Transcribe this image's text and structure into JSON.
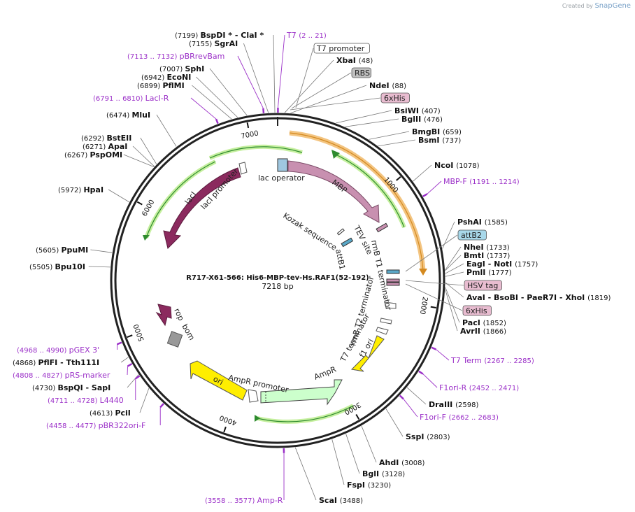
{
  "watermark": {
    "created_by": "Created by",
    "brand": "SnapGene"
  },
  "plasmid": {
    "name": "R717-X61-566: His6-MBP-tev-Hs.RAF1(52-192)",
    "length_label": "7218 bp",
    "length": 7218
  },
  "ticks": [
    "1000",
    "2000",
    "3000",
    "4000",
    "5000",
    "6000",
    "7000"
  ],
  "enzymes_left": [
    {
      "pos": "(7199)",
      "name": "BspDI *",
      "extra": "-  ClaI *"
    },
    {
      "pos": "(7155)",
      "name": "SgrAI",
      "extra": ""
    },
    {
      "pos": "(7007)",
      "name": "SphI",
      "extra": ""
    },
    {
      "pos": "(6942)",
      "name": "EcoNI",
      "extra": ""
    },
    {
      "pos": "(6899)",
      "name": "PflMI",
      "extra": ""
    },
    {
      "pos": "(6474)",
      "name": "MluI",
      "extra": ""
    },
    {
      "pos": "(6292)",
      "name": "BstEII",
      "extra": ""
    },
    {
      "pos": "(6271)",
      "name": "ApaI",
      "extra": ""
    },
    {
      "pos": "(6267)",
      "name": "PspOMI",
      "extra": ""
    },
    {
      "pos": "(5972)",
      "name": "HpaI",
      "extra": ""
    },
    {
      "pos": "(5605)",
      "name": "PpuMI",
      "extra": ""
    },
    {
      "pos": "(5505)",
      "name": "Bpu10I",
      "extra": ""
    },
    {
      "pos": "(4868)",
      "name": "PflFI",
      "extra": "-  Tth111I"
    },
    {
      "pos": "(4730)",
      "name": "BspQI",
      "extra": "-  SapI"
    },
    {
      "pos": "(4613)",
      "name": "PciI",
      "extra": ""
    }
  ],
  "enzymes_right": [
    {
      "name": "XbaI",
      "pos": "(48)"
    },
    {
      "name": "NdeI",
      "pos": "(88)"
    },
    {
      "name": "BsiWI",
      "pos": "(407)"
    },
    {
      "name": "BglII",
      "pos": "(476)"
    },
    {
      "name": "BmgBI",
      "pos": "(659)"
    },
    {
      "name": "BsmI",
      "pos": "(737)"
    },
    {
      "name": "NcoI",
      "pos": "(1078)"
    },
    {
      "name": "PshAI",
      "pos": "(1585)"
    },
    {
      "name": "NheI",
      "pos": "(1733)"
    },
    {
      "name": "BmtI",
      "pos": "(1737)"
    },
    {
      "name": "EagI  -  NotI",
      "pos": "(1757)"
    },
    {
      "name": "PmlI",
      "pos": "(1777)"
    },
    {
      "name": "AvaI   -  BsoBI   -  PaeR7I   -  XhoI",
      "pos": "(1819)"
    },
    {
      "name": "PacI",
      "pos": "(1852)"
    },
    {
      "name": "AvrII",
      "pos": "(1866)"
    },
    {
      "name": "DraIII",
      "pos": "(2598)"
    },
    {
      "name": "SspI",
      "pos": "(2803)"
    },
    {
      "name": "AhdI",
      "pos": "(3008)"
    },
    {
      "name": "BglI",
      "pos": "(3128)"
    },
    {
      "name": "FspI",
      "pos": "(3230)"
    },
    {
      "name": "ScaI",
      "pos": "(3488)"
    }
  ],
  "primers": [
    {
      "name": "T7",
      "range": "(2 .. 21)"
    },
    {
      "name": "pBRrevBam",
      "range": "(7113 .. 7132)"
    },
    {
      "name": "LacI-R",
      "range": "(6791 .. 6810)"
    },
    {
      "name": "MBP-F",
      "range": "(1191 .. 1214)"
    },
    {
      "name": "T7 Term",
      "range": "(2267 .. 2285)"
    },
    {
      "name": "F1ori-R",
      "range": "(2452 .. 2471)"
    },
    {
      "name": "F1ori-F",
      "range": "(2662 .. 2683)"
    },
    {
      "name": "Amp-R",
      "range": "(3558 .. 3577)"
    },
    {
      "name": "pGEX 3'",
      "range": "(4968 .. 4990)"
    },
    {
      "name": "pRS-marker",
      "range": "(4808 .. 4827)"
    },
    {
      "name": "L4440",
      "range": "(4711 .. 4728)"
    },
    {
      "name": "pBR322ori-F",
      "range": "(4458 .. 4477)"
    }
  ],
  "tags": {
    "t7promoter": "T7 promoter",
    "rbs": "RBS",
    "his6_top": "6xHis",
    "attb2": "attB2",
    "hsv": "HSV tag",
    "his6_bottom": "6xHis"
  },
  "features": {
    "lac_operator": "lac operator",
    "mbp": "MBP",
    "laci": "lacI",
    "laci_promoter": "lacI promoter",
    "kozak": "Kozak sequence",
    "tev": "TEV site",
    "attb1": "attB1",
    "rrnb_t1": "rrnB T1 terminator",
    "rrnb_t2": "rrnB T2 terminator",
    "t7_terminator": "T7 terminator",
    "f1ori": "f1 ori",
    "rop": "rop",
    "bom": "bom",
    "ampr": "AmpR",
    "ampr_promoter": "AmpR promoter",
    "ori": "ori"
  },
  "colors": {
    "backbone": "#222222",
    "mbp": "#c890b0",
    "laci": "#8b2a5e",
    "orf_arc": "#2e8b2e",
    "mbp_arc": "#e8a840",
    "f1ori": "#ffee00",
    "ampr": "#ccffcc",
    "primer": "#9b30c8"
  }
}
